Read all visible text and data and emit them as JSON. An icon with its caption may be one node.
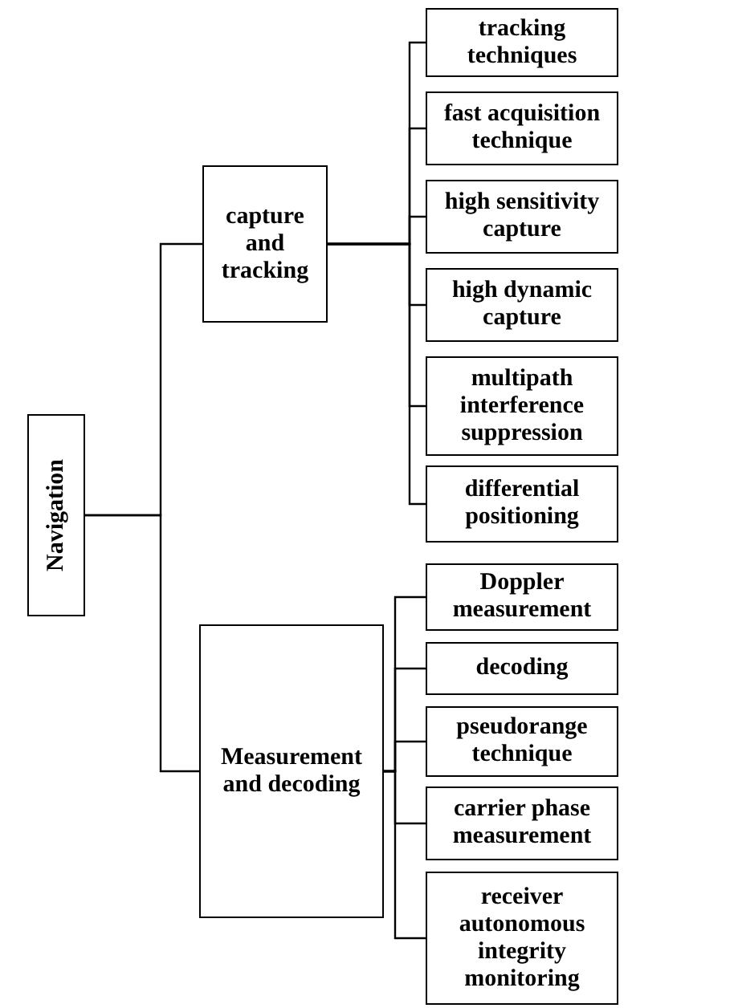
{
  "diagram": {
    "nodes": [
      {
        "text": [
          "Navigation"
        ]
      },
      {
        "text": [
          "capture and tracking"
        ]
      },
      {
        "text": [
          "tracking techniques"
        ]
      },
      {
        "text": [
          "fast acquisition technique"
        ]
      },
      {
        "text": [
          "high sensitivity capture"
        ]
      },
      {
        "text": [
          "high dynamic capture"
        ]
      },
      {
        "text": [
          "multipath interference suppression"
        ]
      },
      {
        "text": [
          "differential positioning"
        ]
      },
      {
        "text": [
          "Measurement and decoding"
        ]
      },
      {
        "text": [
          "Doppler measurement"
        ]
      },
      {
        "text": [
          "decoding"
        ]
      },
      {
        "text": [
          "pseudorange technique"
        ]
      },
      {
        "text": [
          "carrier phase measurement"
        ]
      },
      {
        "text": [
          "receiver autonomous integrity monitoring"
        ]
      }
    ],
    "edges": [
      {
        "from": 0,
        "to": 1,
        "arrow": "none"
      },
      {
        "from": 0,
        "to": 8,
        "arrow": "none"
      },
      {
        "from": 1,
        "to": 2,
        "arrow": "none"
      },
      {
        "from": 1,
        "to": 3,
        "arrow": "none"
      },
      {
        "from": 1,
        "to": 4,
        "arrow": "none"
      },
      {
        "from": 1,
        "to": 5,
        "arrow": "none"
      },
      {
        "from": 1,
        "to": 6,
        "arrow": "none"
      },
      {
        "from": 1,
        "to": 7,
        "arrow": "none"
      },
      {
        "from": 8,
        "to": 9,
        "arrow": "none"
      },
      {
        "from": 8,
        "to": 10,
        "arrow": "none"
      },
      {
        "from": 8,
        "to": 11,
        "arrow": "none"
      },
      {
        "from": 8,
        "to": 12,
        "arrow": "none"
      },
      {
        "from": 8,
        "to": 13,
        "arrow": "none"
      }
    ]
  }
}
